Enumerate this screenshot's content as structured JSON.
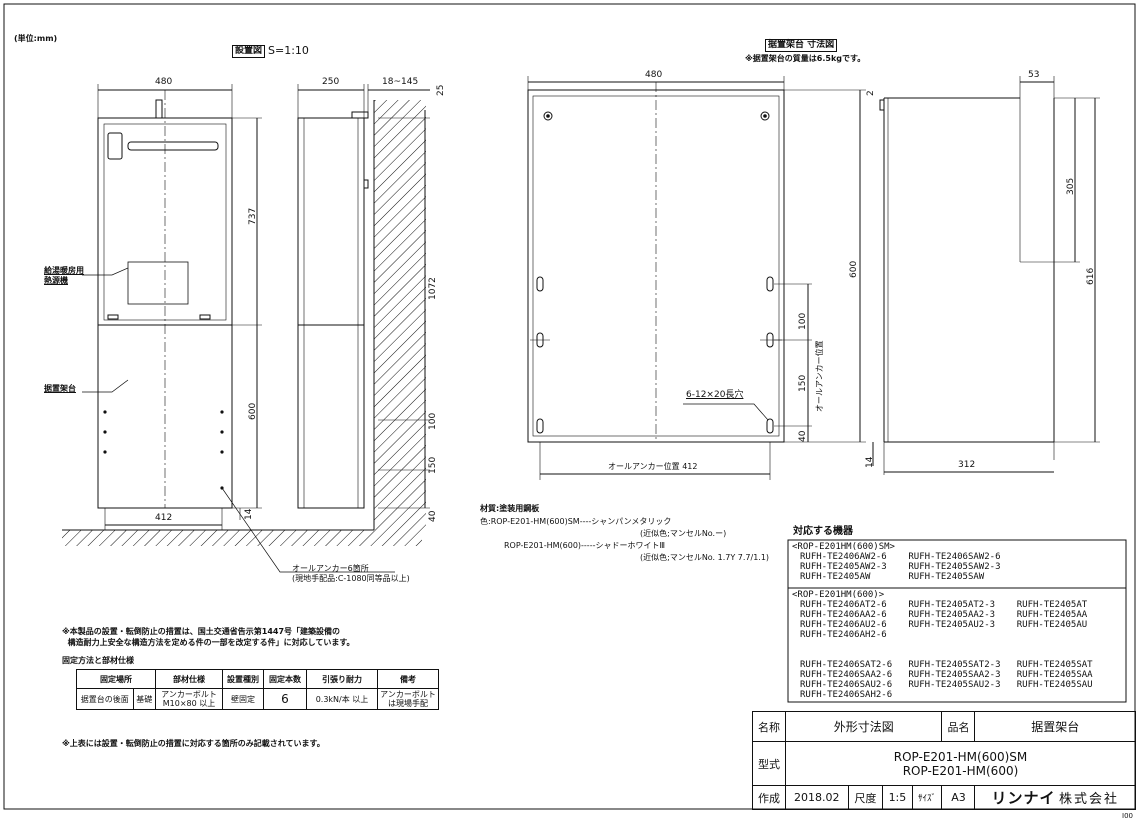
{
  "header": {
    "unit": "(単位:mm)",
    "install_title": "設置図",
    "scale": "S=1:10",
    "stand_title": "据置架台 寸法図",
    "stand_mass": "※据置架台の質量は6.5kgです。"
  },
  "install_dims": {
    "width_top": "480",
    "depth": "250",
    "clearance": "18~145",
    "gap_top": "25",
    "height_heater": "737",
    "height_total": "1072",
    "height_stand": "600",
    "d100": "100",
    "d150": "150",
    "d14": "14",
    "d40": "40",
    "width_bottom": "412"
  },
  "install_labels": {
    "heater": "給湯暖房用\n熱源機",
    "stand": "据置架台",
    "anchor_note": "オールアンカー6箇所\n(現地手配品:C-1080同等品以上)"
  },
  "stand_dims": {
    "width": "480",
    "height": "600",
    "d100": "100",
    "d150": "150",
    "d40": "40",
    "d14": "14",
    "d2": "2",
    "anchor_dim": "オールアンカー位置 412",
    "anchor_vertical": "オールアンカー位置",
    "slot": "6-12×20長穴",
    "side_53": "53",
    "side_305": "305",
    "side_616": "616",
    "side_312": "312"
  },
  "material": {
    "material": "材質:塗装用鋼板",
    "color_sm": "色:ROP-E201-HM(600)SM----シャンパンメタリック",
    "color_sm_ref": "(近似色;マンセルNo.ー)",
    "color_std": "ROP-E201-HM(600)-----シャドーホワイトⅢ",
    "color_std_ref": "(近似色;マンセルNo. 1.7Y 7.7/1.1)"
  },
  "notes": {
    "standard": "※本製品の設置・転倒防止の措置は、国土交通省告示第1447号「建築設備の\n  構造耐力上安全な構造方法を定める件の一部を改定する件」に対応しています。",
    "method_title": "固定方法と部材仕様",
    "footnote": "※上表には設置・転倒防止の措置に対応する箇所のみ記載されています。"
  },
  "spec_table": {
    "headers": [
      "固定場所",
      "部材仕様",
      "設置種別",
      "固定本数",
      "引張り耐力",
      "備考"
    ],
    "row": [
      "据置台の後面",
      "基礎",
      "アンカーボルト\nM10×80 以上",
      "壁固定",
      "6",
      "0.3kN/本 以上",
      "アンカーボルト\nは現場手配"
    ]
  },
  "compat": {
    "title": "対応する機器",
    "group1_head": "<ROP-E201HM(600)SM>",
    "group1": "RUFH-TE2406AW2-6    RUFH-TE2406SAW2-6\nRUFH-TE2405AW2-3    RUFH-TE2405SAW2-3\nRUFH-TE2405AW       RUFH-TE2405SAW",
    "group2_head": "<ROP-E201HM(600)>",
    "group2": "RUFH-TE2406AT2-6    RUFH-TE2405AT2-3    RUFH-TE2405AT\nRUFH-TE2406AA2-6    RUFH-TE2405AA2-3    RUFH-TE2405AA\nRUFH-TE2406AU2-6    RUFH-TE2405AU2-3    RUFH-TE2405AU\nRUFH-TE2406AH2-6\n\n\nRUFH-TE2406SAT2-6   RUFH-TE2405SAT2-3   RUFH-TE2405SAT\nRUFH-TE2406SAA2-6   RUFH-TE2405SAA2-3   RUFH-TE2405SAA\nRUFH-TE2406SAU2-6   RUFH-TE2405SAU2-3   RUFH-TE2405SAU\nRUFH-TE2406SAH2-6"
  },
  "title_block": {
    "name_label": "名称",
    "name_value": "外形寸法図",
    "product_label": "品名",
    "product_value": "据置架台",
    "model_label": "型式",
    "model_value_1": "ROP-E201-HM(600)SM",
    "model_value_2": "ROP-E201-HM(600)",
    "made_label": "作成",
    "date": "2018.02",
    "scale_label": "尺度",
    "scale_value": "1:5",
    "size_label": "ｻｲｽﾞ",
    "size_value": "A3",
    "brand": "リンナイ",
    "company": "株式会社",
    "page_code": "I00"
  }
}
